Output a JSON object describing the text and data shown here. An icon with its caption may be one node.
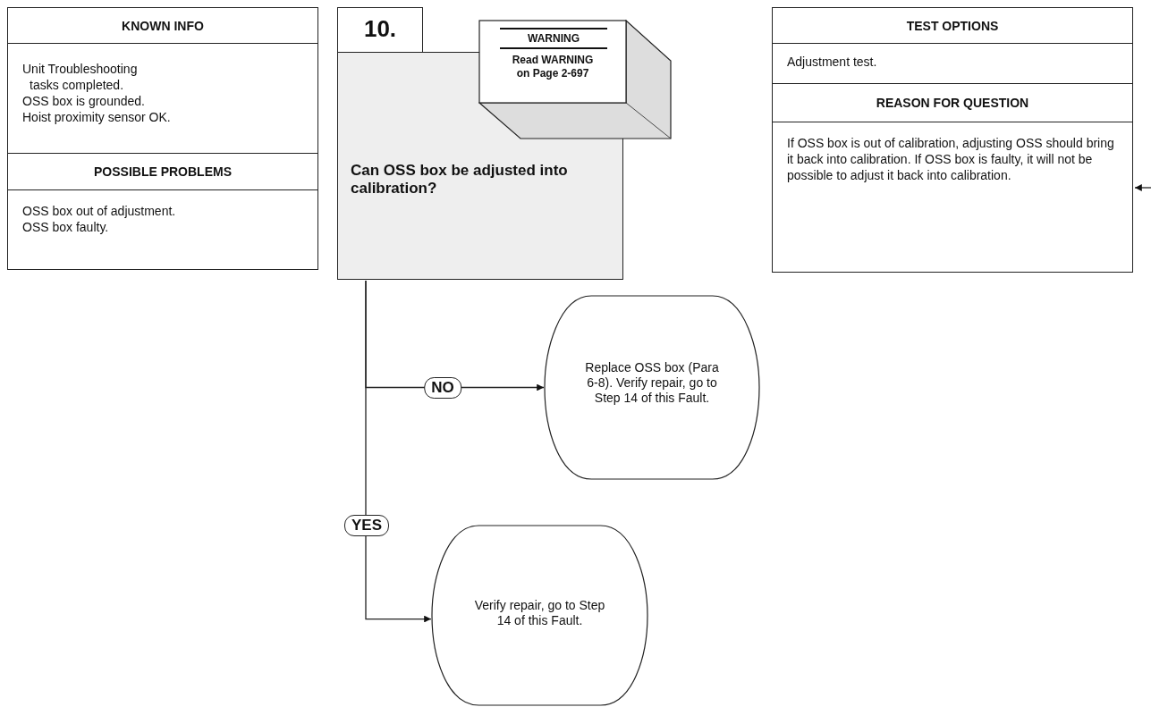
{
  "diagram": {
    "nodes": [
      {
        "text": [
          "KNOWN INFO",
          "Unit Troubleshooting tasks completed.",
          "OSS box is grounded.",
          "Hoist proximity sensor OK.",
          "POSSIBLE PROBLEMS",
          "OSS box out of adjustment.",
          "OSS box faulty."
        ]
      },
      {
        "text": [
          "10.",
          "Can OSS box be adjusted into calibration?"
        ]
      },
      {
        "text": [
          "WARNING",
          "Read WARNING on Page 2-697"
        ],
        "in": 1
      },
      {
        "text": [
          "TEST OPTIONS",
          "Adjustment test.",
          "REASON FOR QUESTION",
          "If OSS box is out of calibration, adjusting OSS should bring it back into calibration. If OSS box is faulty, it will not be possible to adjust it back into calibration."
        ]
      },
      {
        "text": [
          "Replace OSS box (Para 6-8). Verify repair, go to Step 14 of this Fault."
        ]
      },
      {
        "text": [
          "Verify repair, go to Step 14 of this Fault."
        ]
      }
    ],
    "edges": [
      {
        "from": 1,
        "to": 4,
        "arrow": "to",
        "label": "NO"
      },
      {
        "from": 1,
        "to": 5,
        "arrow": "to",
        "label": "YES"
      },
      {
        "from": null,
        "to": 3,
        "arrow": "to"
      }
    ]
  }
}
